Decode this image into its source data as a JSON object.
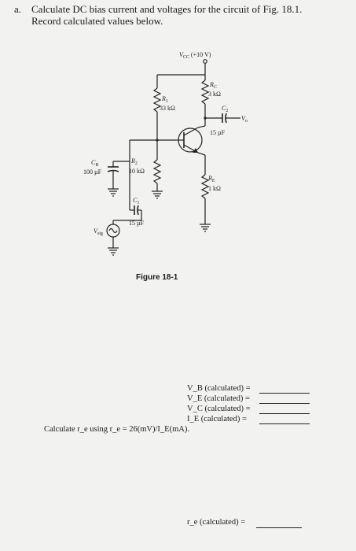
{
  "question": {
    "marker": "a.",
    "line1": "Calculate DC bias current and voltages for the circuit of Fig. 18.1.",
    "line2": "Record calculated values below."
  },
  "circuit": {
    "vcc": "V",
    "vcc_sub": "CC",
    "vcc_val": "(+10 V)",
    "r1_name": "R",
    "r1_sub": "1",
    "r1_val": "33 kΩ",
    "r2_name": "R",
    "r2_sub": "2",
    "r2_val": "10 kΩ",
    "rc_name": "R",
    "rc_sub": "C",
    "rc_val": "3 kΩ",
    "re_name": "R",
    "re_sub": "E",
    "re_val": "1 kΩ",
    "cb_name": "C",
    "cb_sub": "B",
    "cb_val": "100 µF",
    "c1_name": "C",
    "c1_sub": "1",
    "c1_val": "15 µF",
    "c2_name": "C",
    "c2_sub": "2",
    "c2_val": "15 µF",
    "vo_name": "V",
    "vo_sub": "o",
    "vsig_name": "V",
    "vsig_sub": "sig",
    "caption": "Figure 18-1"
  },
  "calculations": {
    "vb": "V_B (calculated) =",
    "ve": "V_E (calculated) =",
    "vc": "V_C (calculated) =",
    "ie": "I_E (calculated) =",
    "re_formula": "Calculate r_e using r_e = 26(mV)/I_E(mA).",
    "re_calc": "r_e (calculated) ="
  }
}
